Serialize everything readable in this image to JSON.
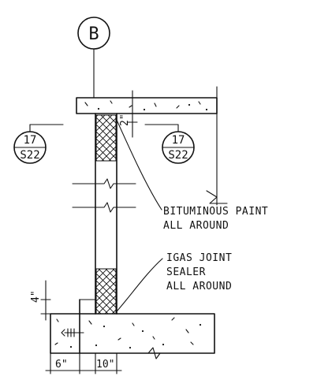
{
  "drawing": {
    "grid_bubble": "B",
    "section_callouts": [
      {
        "top": "17",
        "bottom": "S22"
      },
      {
        "top": "17",
        "bottom": "S22"
      }
    ],
    "notes": [
      {
        "lines": [
          "BITUMINOUS PAINT",
          "ALL AROUND"
        ]
      },
      {
        "lines": [
          "IGAS JOINT",
          "SEALER",
          "ALL AROUND"
        ]
      }
    ],
    "dimensions": {
      "top_gap": "2\"",
      "left_height": "4\"",
      "bottom_left": "6\"",
      "bottom_wall": "10\""
    }
  }
}
